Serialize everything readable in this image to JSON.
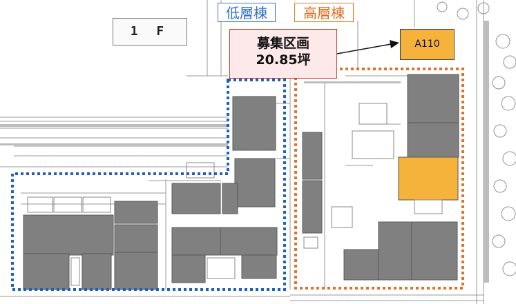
{
  "floor_label": "1 F",
  "building_low": "低層棟",
  "building_high": "高層棟",
  "callout": {
    "title": "募集区画",
    "area": "20.85坪"
  },
  "unit_label": "A110",
  "colors": {
    "low_outline": "#1f5fbf",
    "high_outline": "#e0712a",
    "unit_fill": "#f6b33b",
    "shop_fill": "#808080",
    "callout_bg": "#fde9ea"
  }
}
